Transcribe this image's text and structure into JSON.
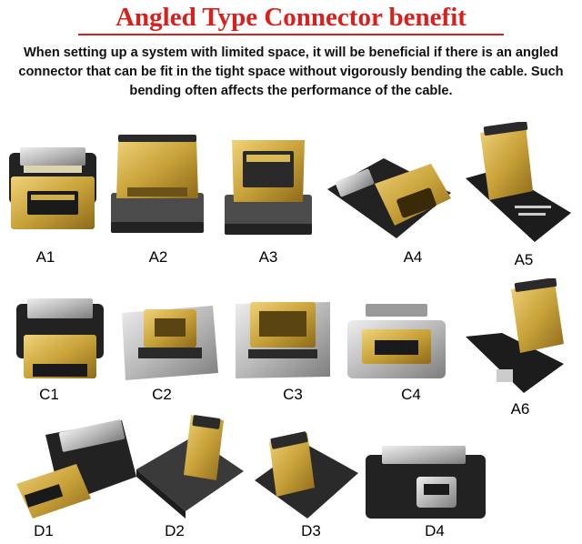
{
  "title": "Angled Type Connector benefit",
  "description": "When setting up a system with limited space, it will be beneficial if there is an angled connector that can be fit in the tight space without vigorously bending the cable. Such bending often affects the performance of the cable.",
  "colors": {
    "title_red": "#d8201c",
    "pcb_black": "#1c1c1c",
    "gold": "#c9a33a",
    "metal": "#b9b9b9"
  },
  "connectors": [
    {
      "label": "A1"
    },
    {
      "label": "A2"
    },
    {
      "label": "A3"
    },
    {
      "label": "A4"
    },
    {
      "label": "A5"
    },
    {
      "label": "C1"
    },
    {
      "label": "C2"
    },
    {
      "label": "C3"
    },
    {
      "label": "C4"
    },
    {
      "label": "A6"
    },
    {
      "label": "D1"
    },
    {
      "label": "D2"
    },
    {
      "label": "D3"
    },
    {
      "label": "D4"
    }
  ]
}
